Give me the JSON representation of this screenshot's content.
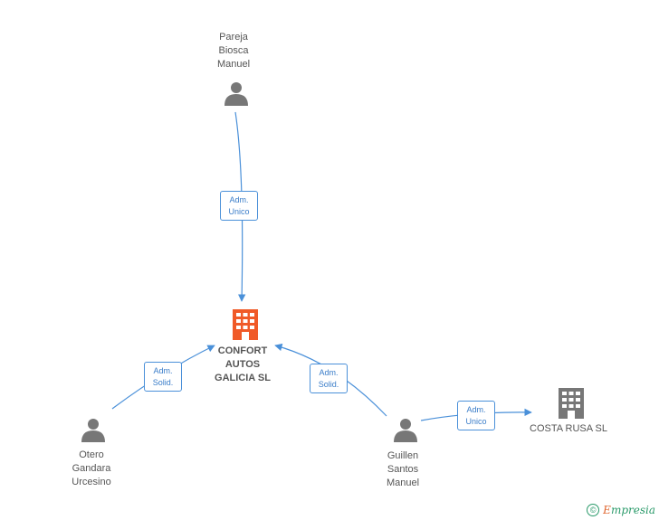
{
  "nodes": {
    "pareja": {
      "lines": [
        "Pareja",
        "Biosca",
        "Manuel"
      ]
    },
    "confort": {
      "lines": [
        "CONFORT",
        "AUTOS",
        "GALICIA SL"
      ]
    },
    "otero": {
      "lines": [
        "Otero",
        "Gandara",
        "Urcesino"
      ]
    },
    "guillen": {
      "lines": [
        "Guillen",
        "Santos",
        "Manuel"
      ]
    },
    "costa": {
      "lines": [
        "COSTA RUSA SL"
      ]
    }
  },
  "edges": {
    "pareja_confort": {
      "lines": [
        "Adm.",
        "Unico"
      ]
    },
    "otero_confort": {
      "lines": [
        "Adm.",
        "Solid."
      ]
    },
    "guillen_confort": {
      "lines": [
        "Adm.",
        "Solid."
      ]
    },
    "guillen_costa": {
      "lines": [
        "Adm.",
        "Unico"
      ]
    }
  },
  "colors": {
    "edge": "#4a90d9",
    "main_company": "#f05a28",
    "company": "#777777",
    "person": "#777777"
  },
  "footer": {
    "copyright": "©",
    "brand_first": "E",
    "brand_rest": "mpresia"
  }
}
